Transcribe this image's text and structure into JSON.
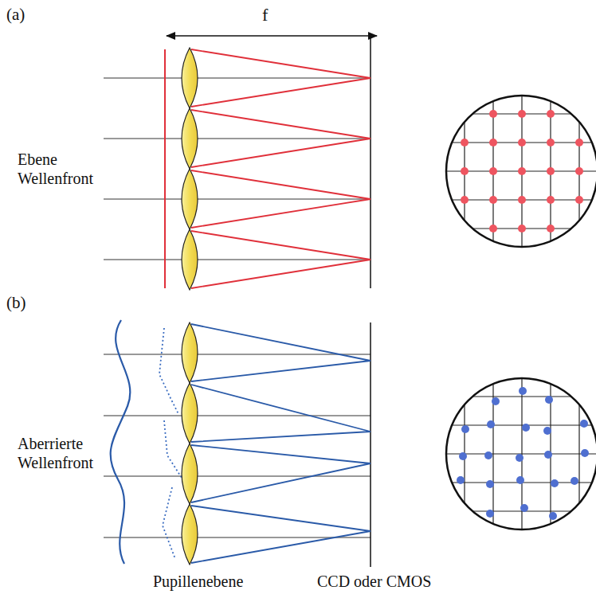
{
  "diagram": {
    "labels": [
      "(a)",
      "f",
      "Ebene Wellenfront",
      "(b)",
      "Aberrierte Wellenfront",
      "Pupillenebene",
      "CCD oder CMOS"
    ]
  }
}
